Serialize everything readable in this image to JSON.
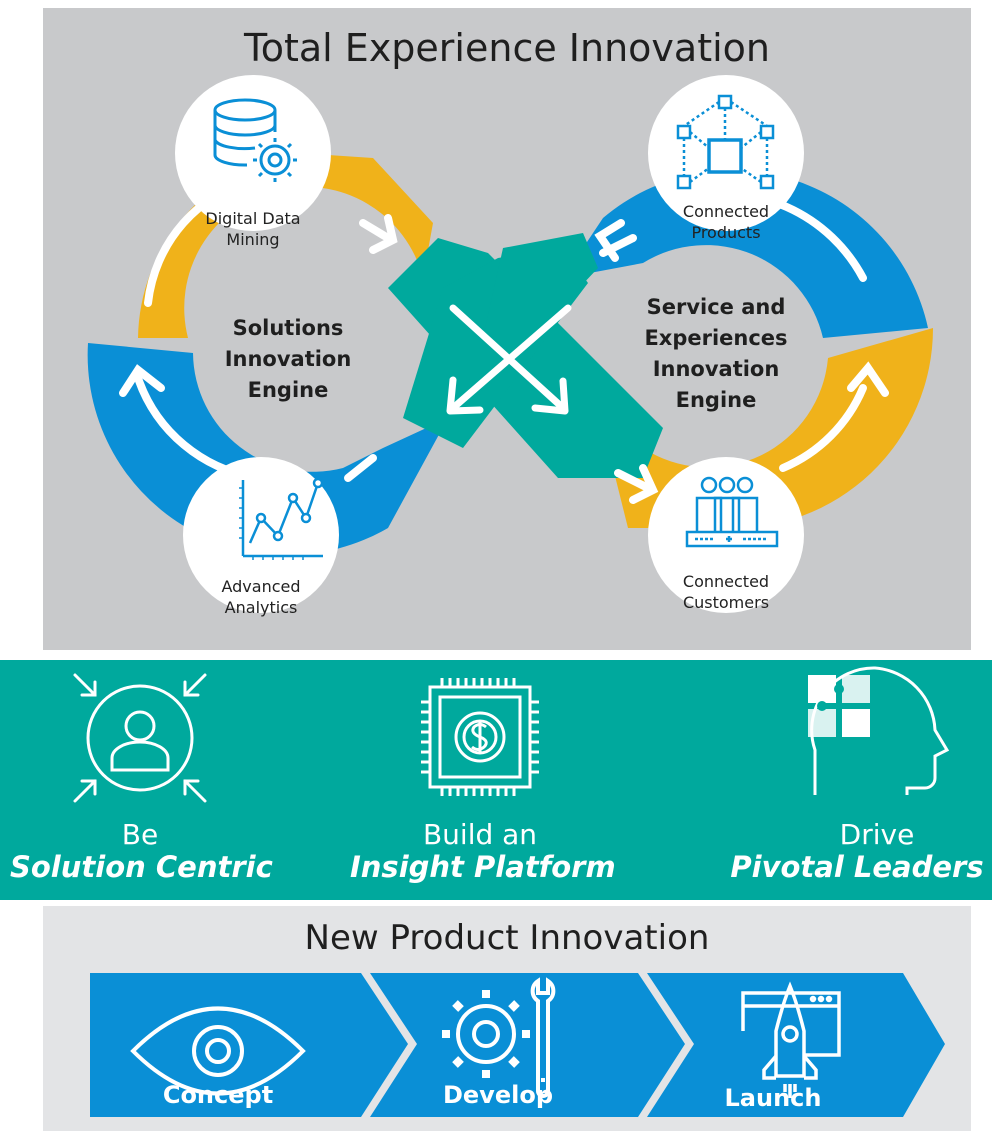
{
  "top": {
    "title": "Total Experience Innovation",
    "nodes": {
      "top_left": "Digital Data Mining",
      "top_left_lines": [
        "Digital Data",
        "Mining"
      ],
      "top_right_lines": [
        "Connected",
        "Products"
      ],
      "bottom_left_lines": [
        "Advanced",
        "Analytics"
      ],
      "bottom_right_lines": [
        "Connected",
        "Customers"
      ]
    },
    "engines": {
      "left_lines": [
        "Solutions",
        "Innovation",
        "Engine"
      ],
      "right_lines": [
        "Service and",
        "Experiences",
        "Innovation",
        "Engine"
      ]
    }
  },
  "pillars": [
    {
      "top": "Be",
      "bottom": "Solution Centric",
      "icon": "person-focus-icon"
    },
    {
      "top": "Build an",
      "bottom": "Insight Platform",
      "icon": "dollar-chip-icon"
    },
    {
      "top": "Drive",
      "bottom": "Pivotal Leaders",
      "icon": "head-puzzle-icon"
    }
  ],
  "bottom": {
    "title": "New Product Innovation",
    "steps": [
      {
        "label": "Concept",
        "icon": "eye-icon"
      },
      {
        "label": "Develop",
        "icon": "gear-wrench-icon"
      },
      {
        "label": "Launch",
        "icon": "rocket-icon"
      }
    ]
  },
  "colors": {
    "gold": "#f0b21a",
    "blue": "#0a8fd6",
    "teal": "#00a99d",
    "panel_gray": "#c8c9cb",
    "light_gray": "#e3e4e6"
  }
}
